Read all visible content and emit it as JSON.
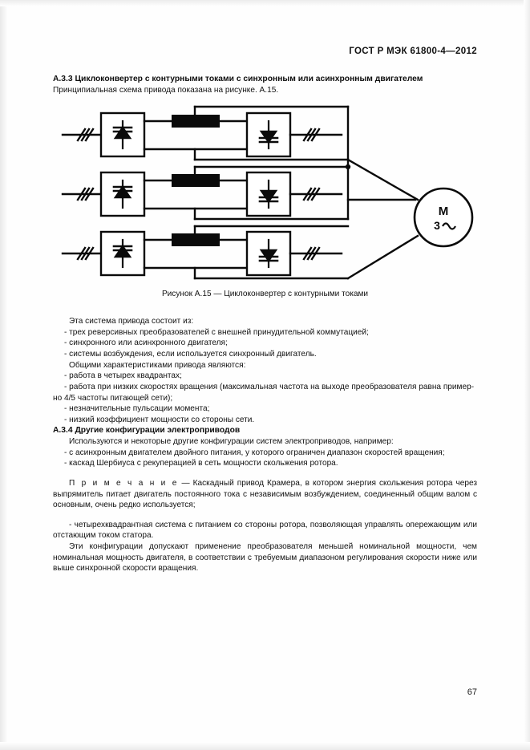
{
  "document": {
    "standard_header": "ГОСТ Р МЭК  61800-4—2012",
    "page_number": "67"
  },
  "section_a33": {
    "heading": "А.3.3 Циклоконвертер с контурными токами с синхронным или асинхронным двигателем",
    "intro": "Принципиальная схема привода показана на рисунке. А.15."
  },
  "figure": {
    "caption": "Рисунок А.15 — Циклоконвертер с контурными токами",
    "motor_label_top": "M",
    "motor_label_bottom": "3~",
    "converter_count": 3,
    "description": "Три реверсивных преобразователя с реакторами, подключенные к трёхфазному двигателю"
  },
  "body": {
    "lead_in": "Эта система привода состоит из:",
    "components": [
      "-  трех реверсивных преобразователей с внешней принудительной коммутацией;",
      "-  синхронного или асинхронного двигателя;",
      "-  системы возбуждения, если используется синхронный двигатель."
    ],
    "characteristics_lead_in": "Общими характеристиками привода являются:",
    "characteristics": [
      "-  работа в четырех квадрантах;"
    ],
    "characteristic_long": "-  работа при низких скоростях вращения (максимальная частота на выходе преобразователя равна пример-",
    "characteristic_long_cont": "но 4/5 частоты питающей сети);",
    "characteristics_rest": [
      "-  незначительные пульсации момента;",
      "-  низкий коэффициент мощности со стороны сети."
    ]
  },
  "section_a34": {
    "heading": "А.3.4 Другие конфигурации электроприводов",
    "intro": "Используются и некоторые другие конфигурации систем электроприводов, например:",
    "items": [
      "-  с асинхронным двигателем двойного питания, у которого ограничен диапазон скоростей вращения;",
      "-  каскад Шербиуса с рекуперацией в сеть мощности скольжения ротора."
    ],
    "note_label": "П р и м е ч а н и е",
    "note_text": " — Каскадный привод Крамера, в котором энергия скольжения ротора через выпрямитель питает двигатель постоянного тока с независимым возбуждением, соединенный общим валом с основным, очень редко используется;",
    "item_four_quadrant": "-  четырехквадрантная система с питанием со стороны ротора, позволяющая управлять опережающим или отстающим током статора.",
    "closing": "Эти конфигурации допускают применение преобразователя меньшей номинальной мощности, чем номинальная мощность двигателя, в соответствии с требуемым диапазоном регулирования скорости ниже или выше синхронной скорости вращения."
  },
  "colors": {
    "ink": "#111111",
    "paper": "#fefefe",
    "diagram_stroke": "#0a0a0a",
    "reactor_fill": "#0a0a0a"
  }
}
